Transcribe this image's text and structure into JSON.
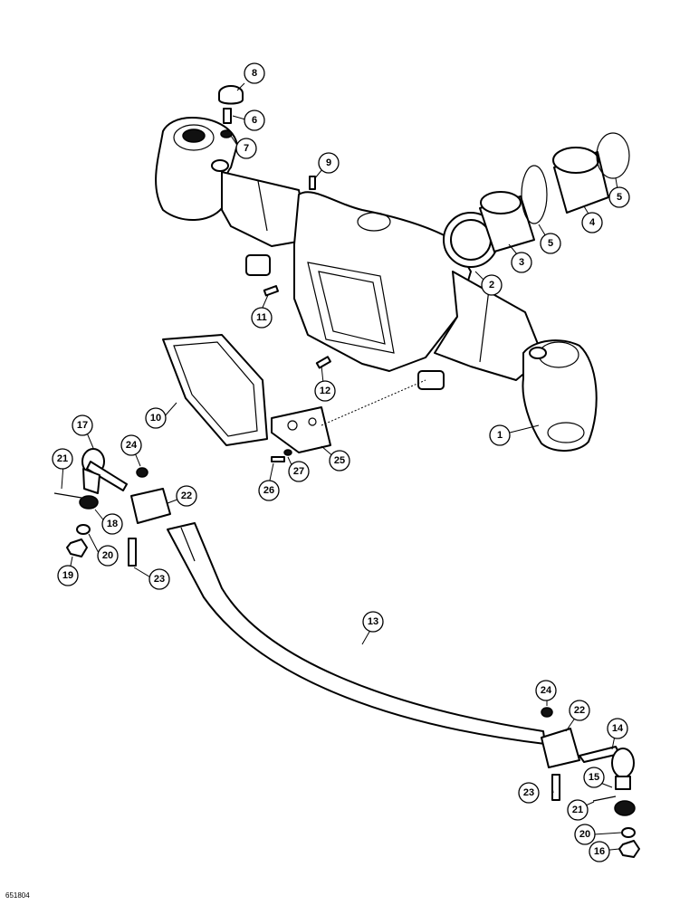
{
  "figure_code": "651804",
  "callouts": [
    "1",
    "2",
    "3",
    "4",
    "5",
    "5",
    "6",
    "7",
    "8",
    "9",
    "10",
    "11",
    "12",
    "13",
    "14",
    "15",
    "16",
    "17",
    "18",
    "19",
    "20",
    "20",
    "21",
    "21",
    "22",
    "22",
    "23",
    "23",
    "24",
    "24",
    "25",
    "26",
    "27"
  ]
}
